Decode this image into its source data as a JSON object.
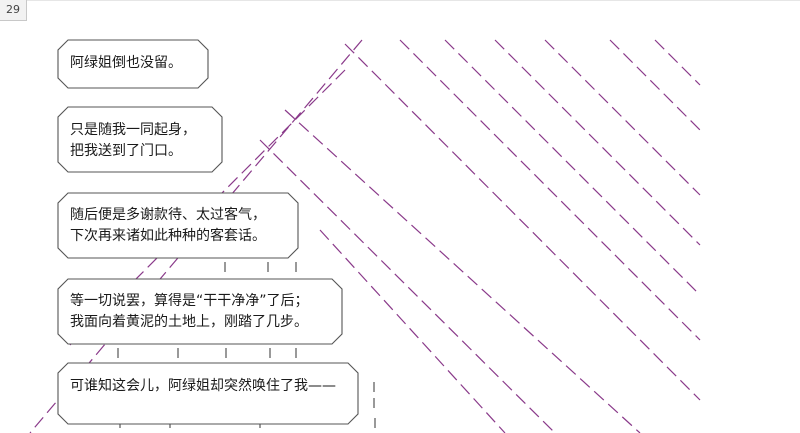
{
  "page": {
    "number": "29"
  },
  "bubbles": [
    {
      "lines": [
        "阿绿姐倒也没留。"
      ]
    },
    {
      "lines": [
        "只是随我一同起身，",
        "把我送到了门口。"
      ]
    },
    {
      "lines": [
        "随后便是多谢款待、太过客气，",
        "下次再来诸如此种种的客套话。"
      ]
    },
    {
      "lines": [
        "等一切说罢，算得是“干干净净”了后；",
        "我面向着黄泥的土地上，刚踏了几步。"
      ]
    },
    {
      "lines": [
        "可谁知这会儿，阿绿姐却突然唤住了我——"
      ]
    }
  ],
  "colors": {
    "diagonal": "#8a3a8a",
    "bubble": "#555555"
  }
}
